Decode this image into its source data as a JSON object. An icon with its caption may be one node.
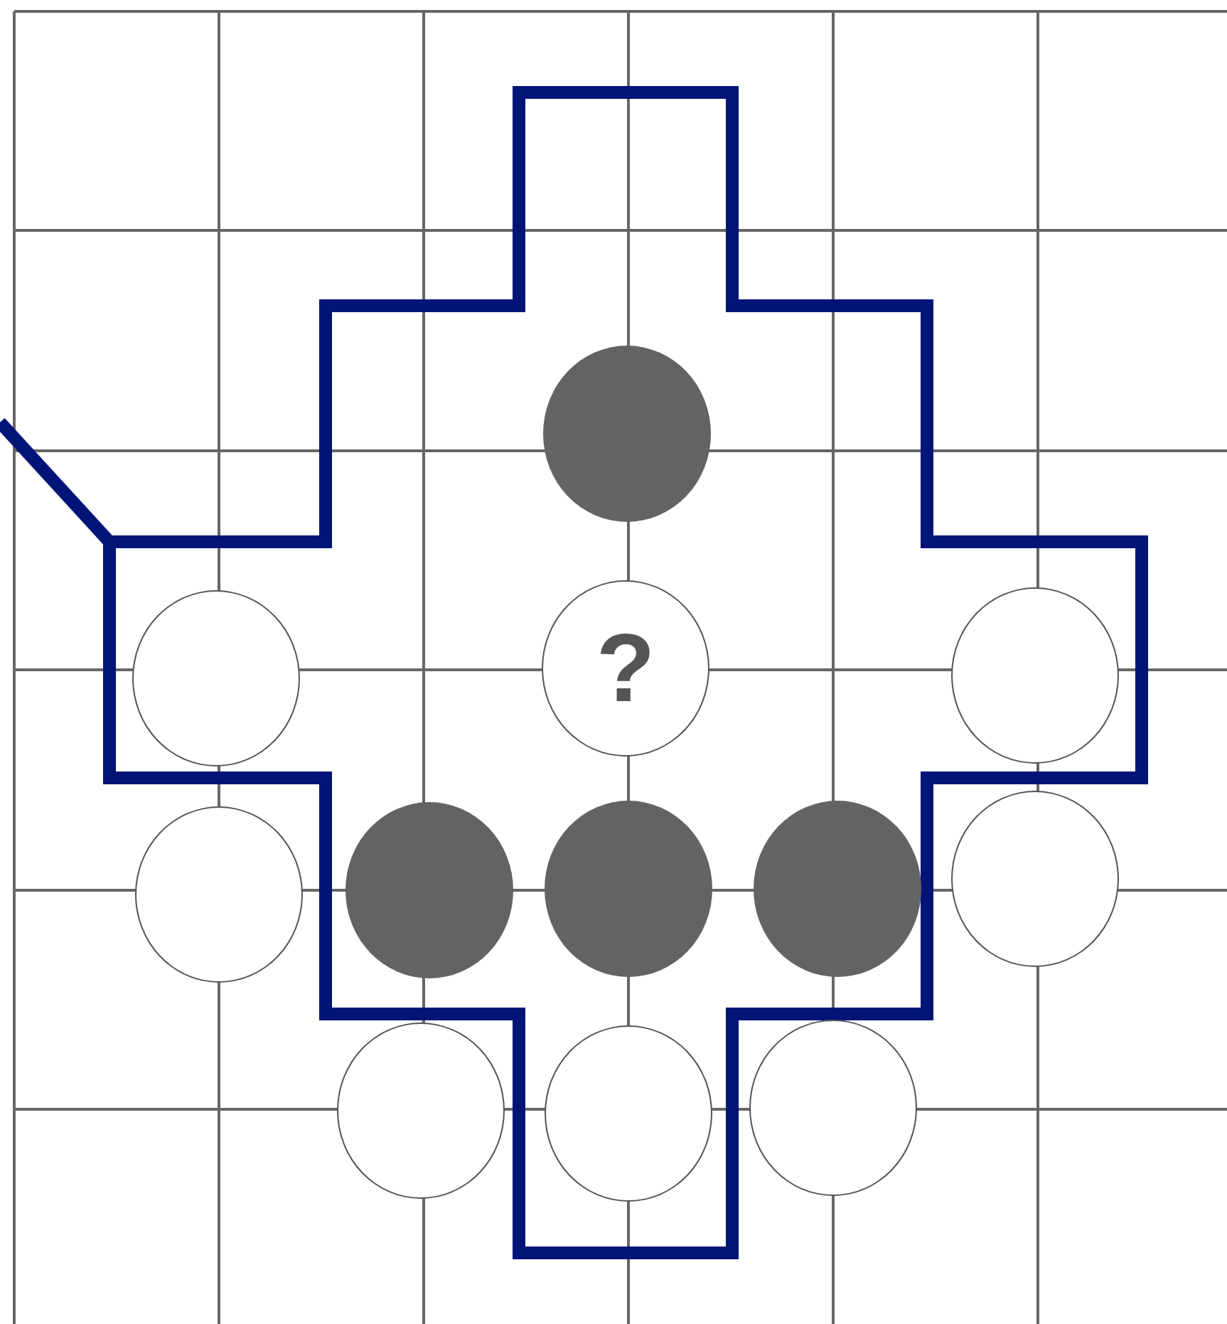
{
  "diagram": {
    "nodes": [
      {
        "text": [],
        "shape": "circle"
      },
      {
        "text": [],
        "shape": "circle"
      },
      {
        "text": [
          "?"
        ]
      },
      {
        "text": [],
        "shape": "circle"
      },
      {
        "text": [],
        "shape": "circle"
      },
      {
        "text": [],
        "shape": "circle"
      },
      {
        "text": [],
        "shape": "circle"
      },
      {
        "text": [],
        "shape": "circle"
      },
      {
        "text": [],
        "shape": "circle"
      },
      {
        "text": [],
        "shape": "circle"
      },
      {
        "text": [],
        "shape": "circle"
      },
      {
        "text": [],
        "shape": "circle"
      }
    ]
  }
}
